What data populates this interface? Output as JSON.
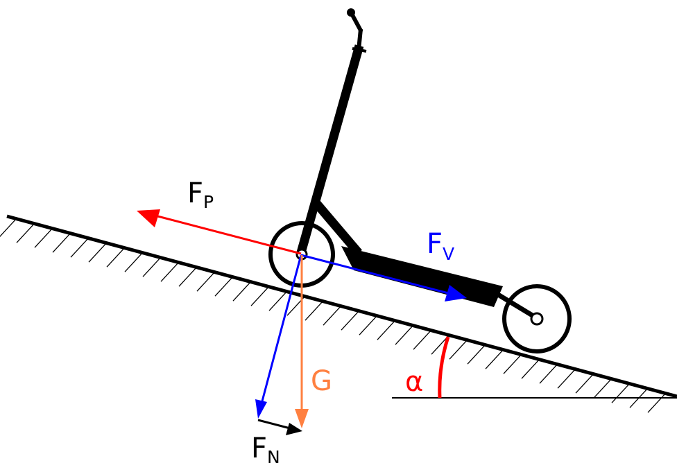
{
  "labels": {
    "friction": {
      "main": "F",
      "sub": "P"
    },
    "parallel": {
      "main": "F",
      "sub": "V"
    },
    "normal": {
      "main": "F",
      "sub": "N"
    },
    "gravity": "G",
    "angle": "α"
  },
  "colors": {
    "friction": "#ff0000",
    "parallel": "#0000ff",
    "gravity": "#ff8040",
    "normal": "#000000",
    "angle_arc": "#ff0000",
    "structure": "#000000"
  }
}
